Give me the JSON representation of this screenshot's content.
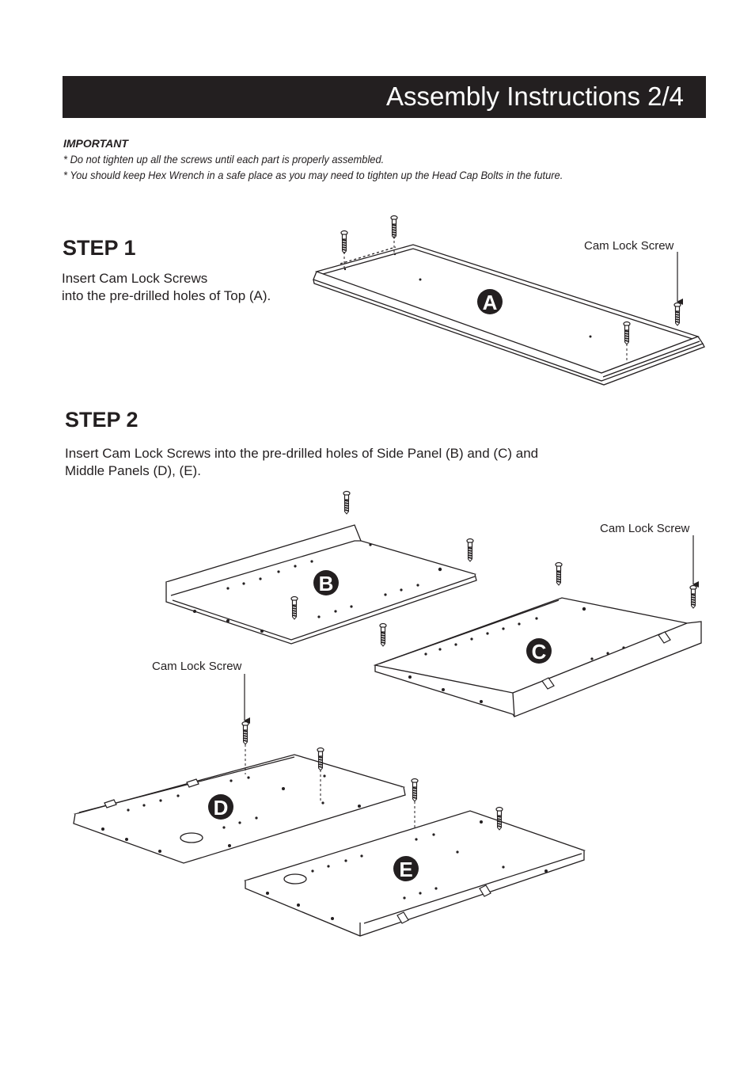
{
  "header": {
    "title": "Assembly Instructions 2/4"
  },
  "important": {
    "heading": "IMPORTANT",
    "notes": [
      "* Do not tighten up all the screws until each part is properly assembled.",
      "* You should keep Hex Wrench in a safe place as you may need to tighten up the Head Cap Bolts in the future."
    ]
  },
  "step1": {
    "title": "STEP 1",
    "lines": [
      "Insert Cam Lock Screws",
      "into the pre-drilled holes of Top (A)."
    ],
    "caption": "Cam Lock Screw",
    "part": "A"
  },
  "step2": {
    "title": "STEP 2",
    "lines": [
      "Insert Cam Lock Screws into the pre-drilled holes of Side Panel (B) and (C) and",
      "Middle Panels (D), (E)."
    ],
    "caption_right": "Cam Lock Screw",
    "caption_left": "Cam Lock Screw",
    "parts": [
      "B",
      "C",
      "D",
      "E"
    ]
  }
}
